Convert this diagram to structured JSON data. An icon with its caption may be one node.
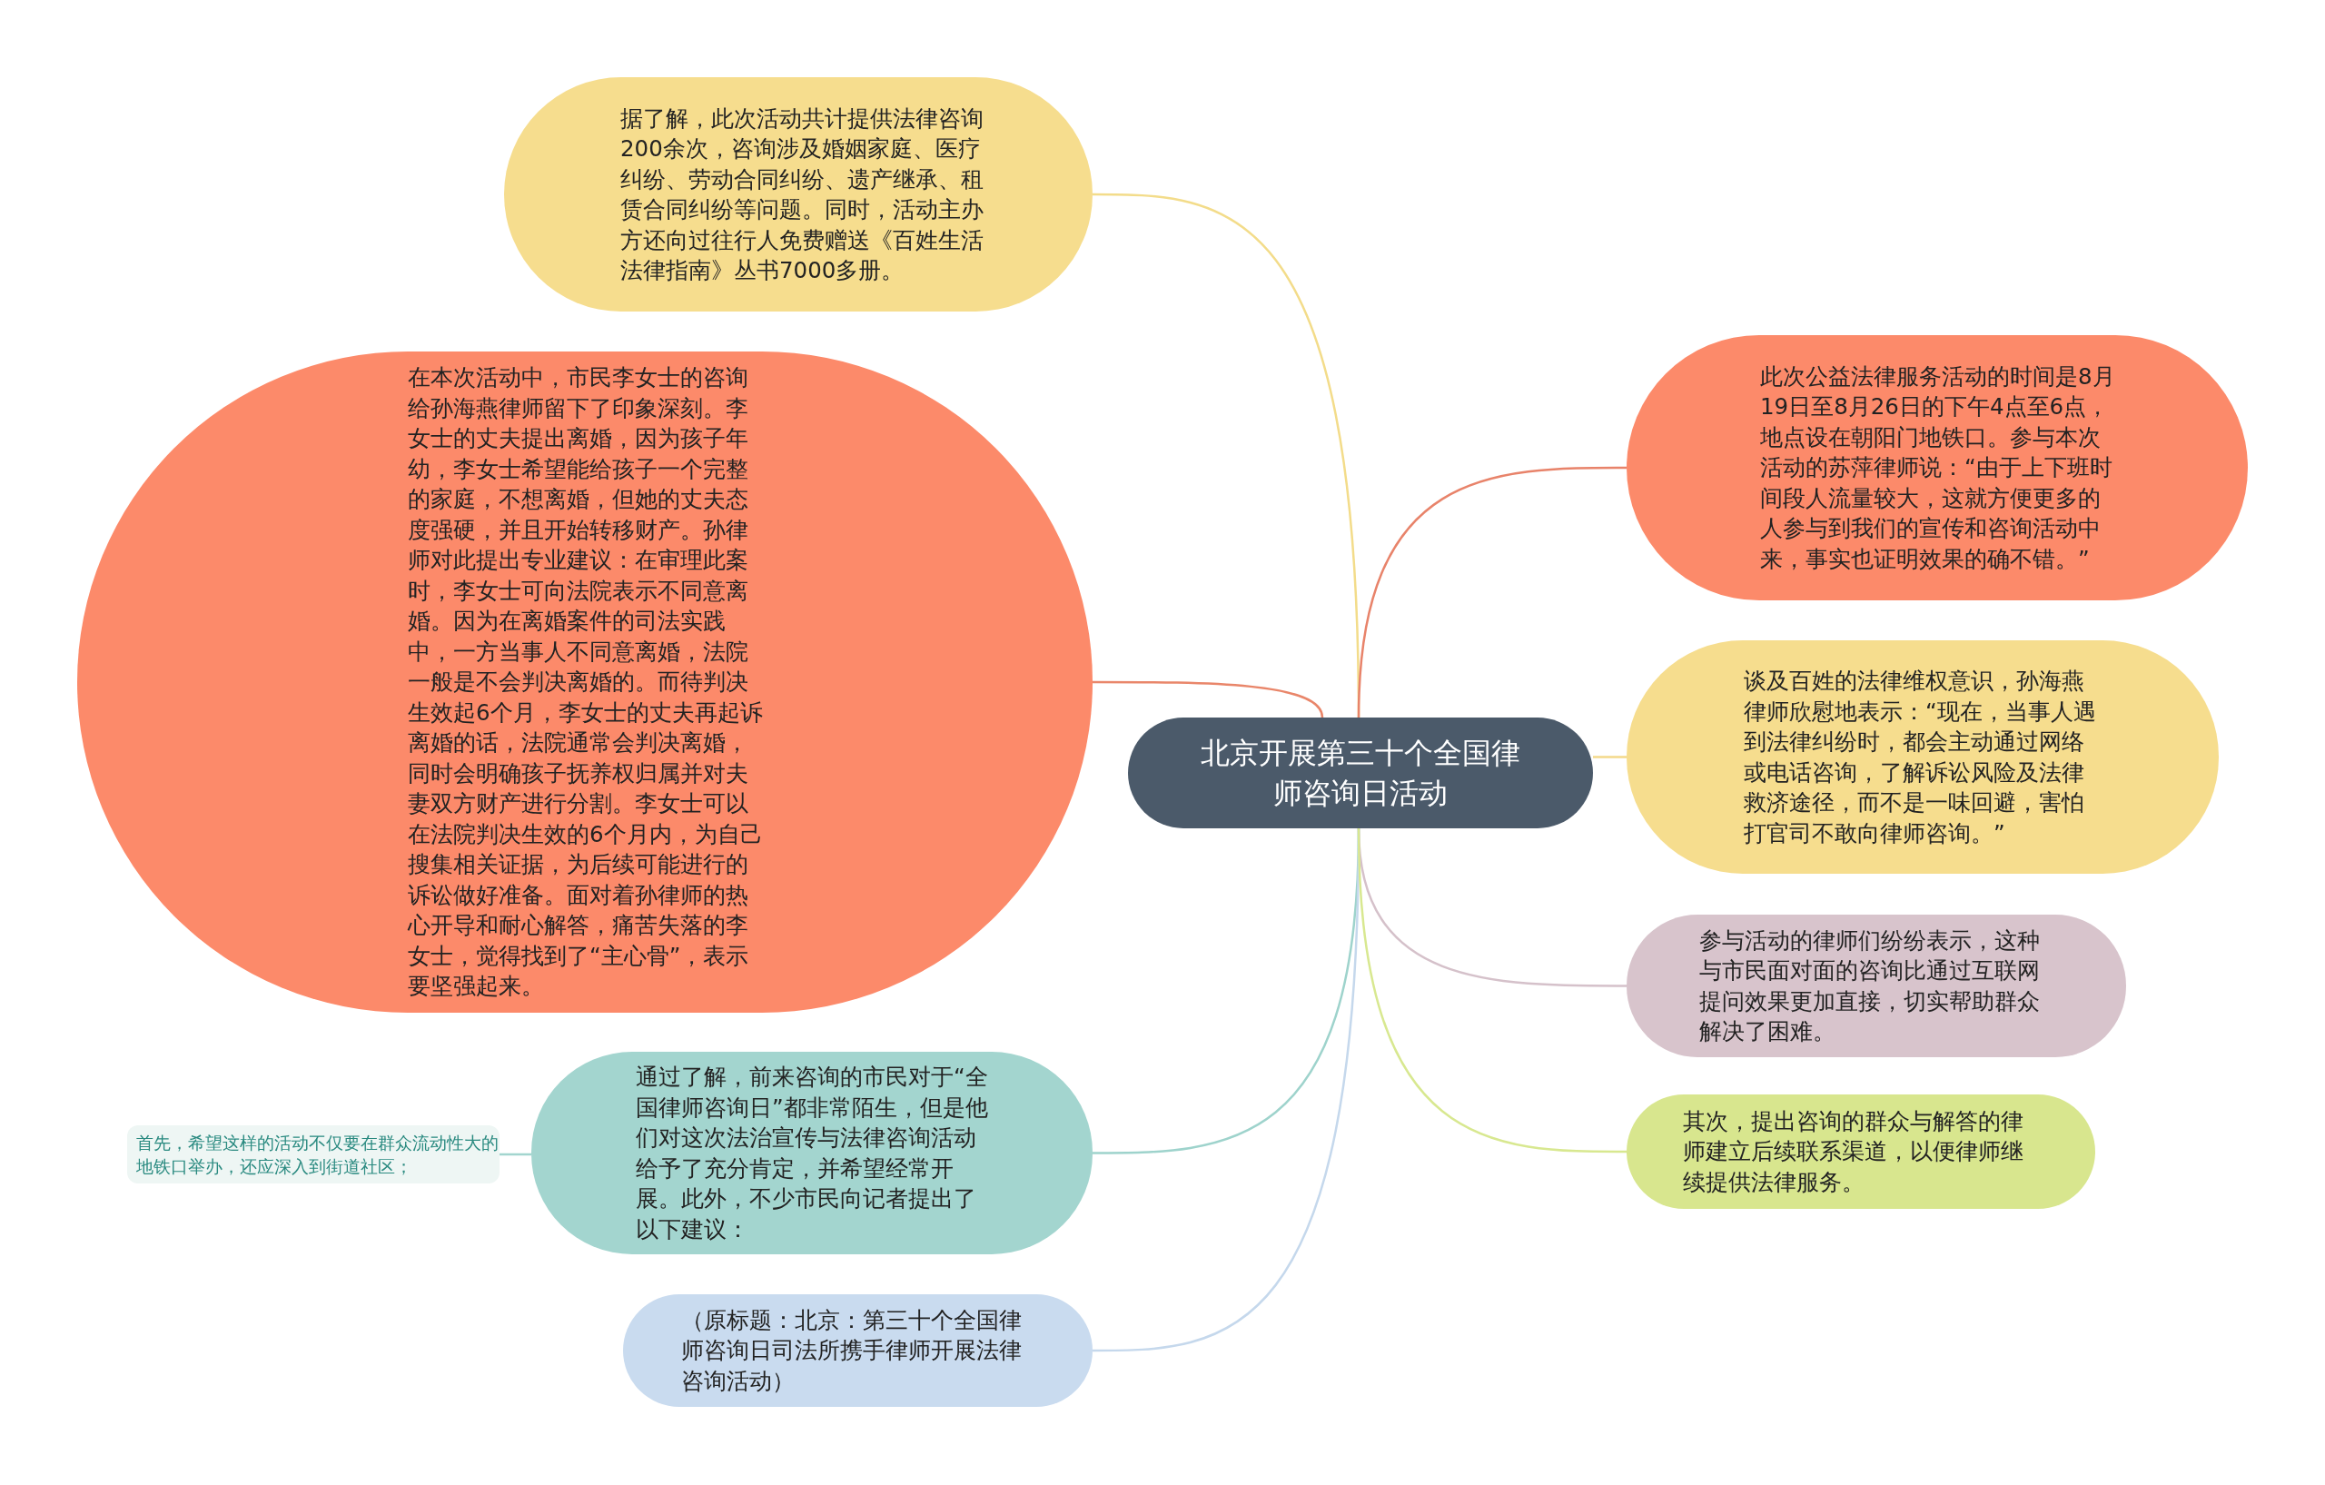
{
  "diagram": {
    "nodes": [
      {
        "text": [
          "北京开展第三十个全国律师咨询日活动"
        ]
      },
      {
        "text": [
          "据了解，此次活动共计提供法律咨询200余次，咨询涉及婚姻家庭、医疗纠纷、劳动合同纠纷、遗产继承、租赁合同纠纷等问题。同时，活动主办方还向过往行人免费赠送《百姓生活法律指南》丛书7000多册。"
        ]
      },
      {
        "text": [
          "在本次活动中，市民李女士的咨询给孙海燕律师留下了印象深刻。李女士的丈夫提出离婚，因为孩子年幼，李女士希望能给孩子一个完整的家庭，不想离婚，但她的丈夫态度强硬，并且开始转移财产。孙律师对此提出专业建议：在审理此案时，李女士可向法院表示不同意离婚。因为在离婚案件的司法实践中，一方当事人不同意离婚，法院一般是不会判决离婚的。而待判决生效起6个月，李女士的丈夫再起诉离婚的话，法院通常会判决离婚，同时会明确孩子抚养权归属并对夫妻双方财产进行分割。李女士可以在法院判决生效的6个月内，为自己搜集相关证据，为后续可能进行的诉讼做好准备。面对着孙律师的热心开导和耐心解答，痛苦失落的李女士，觉得找到了“主心骨”，表示要坚强起来。"
        ]
      },
      {
        "text": [
          "通过了解，前来咨询的市民对于“全国律师咨询日”都非常陌生，但是他们对这次法治宣传与法律咨询活动给予了充分肯定，并希望经常开展。此外，不少市民向记者提出了以下建议："
        ]
      },
      {
        "text": [
          "首先，希望这样的活动不仅要在群众流动性大的地铁口举办，还应深入到街道社区；"
        ]
      },
      {
        "text": [
          "（原标题：北京：第三十个全国律师咨询日司法所携手律师开展法律咨询活动）"
        ]
      },
      {
        "text": [
          "此次公益法律服务活动的时间是8月19日至8月26日的下午4点至6点，地点设在朝阳门地铁口。参与本次活动的苏萍律师说：“由于上下班时间段人流量较大，这就方便更多的人参与到我们的宣传和咨询活动中来，事实也证明效果的确不错。”"
        ]
      },
      {
        "text": [
          "谈及百姓的法律维权意识，孙海燕律师欣慰地表示：“现在，当事人遇到法律纠纷时，都会主动通过网络或电话咨询，了解诉讼风险及法律救济途径，而不是一味回避，害怕打官司不敢向律师咨询。”"
        ]
      },
      {
        "text": [
          "参与活动的律师们纷纷表示，这种与市民面对面的咨询比通过互联网提问效果更加直接，切实帮助群众解决了困难。"
        ]
      },
      {
        "text": [
          "其次，提出咨询的群众与解答的律师建立后续联系渠道，以便律师继续提供法律服务。"
        ]
      }
    ],
    "edges": [
      {
        "from": 0,
        "to": 1,
        "arrow": "none",
        "color": "#f3dc8a"
      },
      {
        "from": 0,
        "to": 2,
        "arrow": "none",
        "color": "#e9866a"
      },
      {
        "from": 0,
        "to": 3,
        "arrow": "none",
        "color": "#9ed3cc"
      },
      {
        "from": 3,
        "to": 4,
        "arrow": "none",
        "color": "#a3d5cf"
      },
      {
        "from": 0,
        "to": 5,
        "arrow": "none",
        "color": "#c5d8ec"
      },
      {
        "from": 0,
        "to": 6,
        "arrow": "none",
        "color": "#e8836a"
      },
      {
        "from": 0,
        "to": 7,
        "arrow": "none",
        "color": "#f3d98a"
      },
      {
        "from": 0,
        "to": 8,
        "arrow": "none",
        "color": "#d5c1ca"
      },
      {
        "from": 0,
        "to": 9,
        "arrow": "none",
        "color": "#d8e890"
      }
    ]
  }
}
